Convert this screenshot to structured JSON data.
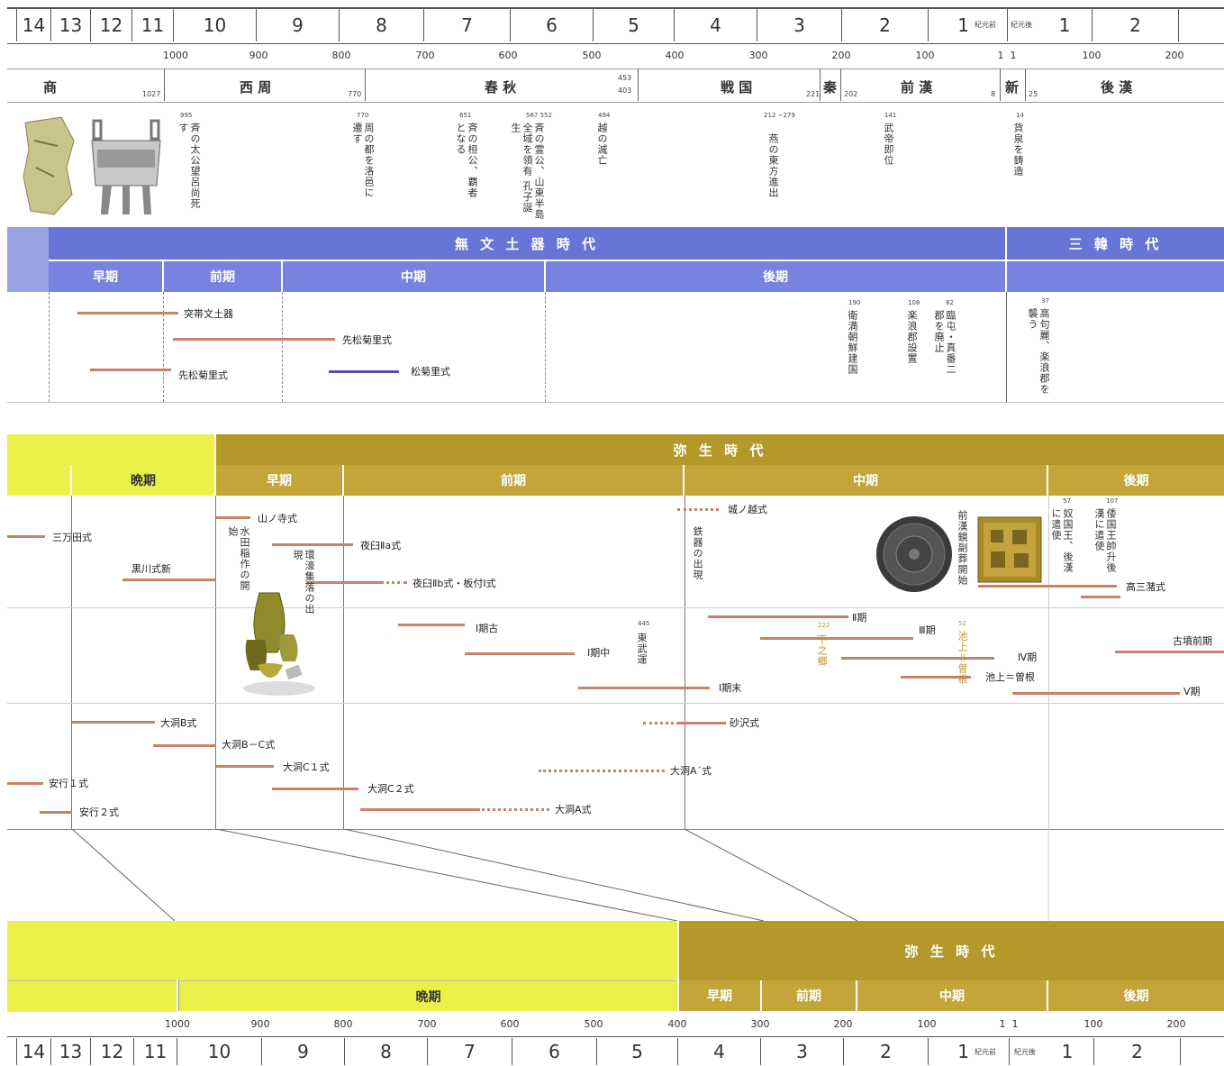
{
  "top_ruler": {
    "cells": [
      "14",
      "13",
      "12",
      "11",
      "10",
      "9",
      "8",
      "7",
      "6",
      "5",
      "4",
      "3",
      "2",
      "1"
    ],
    "bc_label": "紀元前",
    "ad_label": "紀元後",
    "ad_cells": [
      "1",
      "2"
    ]
  },
  "year_ticks": [
    "1000",
    "900",
    "800",
    "700",
    "600",
    "500",
    "400",
    "300",
    "200",
    "100",
    "1",
    "1",
    "100",
    "200"
  ],
  "dynasties": {
    "shang": "商",
    "shang_end": "1027",
    "xizhou": "西 周",
    "xizhou_end": "770",
    "chunqiu": "春 秋",
    "chunqiu_end1": "453",
    "chunqiu_end2": "403",
    "zhanguo": "戦 国",
    "zhanguo_end": "221",
    "qin": "秦",
    "qin_end": "202",
    "qianhan": "前 漢",
    "qianhan_end": "8",
    "xin": "新",
    "xin_end": "25",
    "houhan": "後 漢"
  },
  "china_events": [
    {
      "year": "995",
      "text": "斉の太公望呂尚死す"
    },
    {
      "year": "770",
      "text": "周の都を洛邑に遷す"
    },
    {
      "year": "651",
      "text": "斉の桓公、覇者となる"
    },
    {
      "year": "567 552",
      "text": "斉の霊公、山東半島全域を領有 孔子誕生"
    },
    {
      "year": "494",
      "text": "越の滅亡"
    },
    {
      "year": "212 −279",
      "text": "燕の東方進出"
    },
    {
      "year": "141",
      "text": "武帝即位"
    },
    {
      "year": "14",
      "text": "貨泉を鋳造"
    }
  ],
  "korea": {
    "title": "無 文 土 器 時 代",
    "title2": "三 韓 時 代",
    "phases": [
      "早期",
      "前期",
      "中期",
      "後期"
    ]
  },
  "korea_items": {
    "a": "突帯文土器",
    "b": "先松菊里式",
    "c": "先松菊里式",
    "d": "松菊里式"
  },
  "korea_events": [
    {
      "year": "190",
      "text": "衛満朝鮮建国"
    },
    {
      "year": "108",
      "text": "楽浪郡設置"
    },
    {
      "year": "82",
      "text": "臨屯・真番二郡を廃止"
    },
    {
      "year": "37",
      "text": "高句麗、楽浪郡を襲う"
    }
  ],
  "japan": {
    "title": "弥 生 時 代",
    "phases": [
      "晩期",
      "早期",
      "前期",
      "中期",
      "後期"
    ]
  },
  "japan_items": {
    "sanmanda": "三万田式",
    "kurokawa": "黒川式新",
    "yamanotera": "山ノ寺式",
    "yuusu1": "夜臼Ⅱa式",
    "yuusu2": "夜臼Ⅱb式・板付Ⅰ式",
    "shirono": "城ノ越式",
    "i_ko": "Ⅰ期古",
    "i_naka": "Ⅰ期中",
    "i_matsu": "Ⅰ期末",
    "ii": "Ⅱ期",
    "iii": "Ⅲ期",
    "iv": "Ⅳ期",
    "v": "Ⅴ期",
    "ikegami": "池上＝曽根",
    "takamitsu": "高三潴式",
    "kofun": "古墳前期",
    "obora_b": "大洞B式",
    "obora_bc": "大洞B－C式",
    "obora_c1": "大洞C１式",
    "obora_c2": "大洞C２式",
    "obora_a": "大洞A式",
    "obora_a2": "大洞A´式",
    "sunazawa": "砂沢式",
    "angyo1": "安行１式",
    "angyo2": "安行２式"
  },
  "japan_events": [
    {
      "text": "水田稲作の開始"
    },
    {
      "text": "環濠集落の出現"
    },
    {
      "text": "鉄器の出現"
    },
    {
      "year": "445",
      "text": "東武運"
    },
    {
      "year": "222",
      "text": "下之郷"
    },
    {
      "year": "52",
      "text": "池上＝曽根"
    },
    {
      "text": "前漢鏡副葬開始"
    },
    {
      "year": "57",
      "text": "奴国王、後漢に遣使"
    },
    {
      "year": "107",
      "text": "倭国王帥升後漢に遣使"
    }
  ],
  "bottom_band": {
    "title": "弥 生 時 代",
    "phases": [
      "晩期",
      "早期",
      "前期",
      "中期",
      "後期"
    ]
  },
  "bottom_ticks": [
    "1000",
    "900",
    "800",
    "700",
    "600",
    "500",
    "400",
    "300",
    "200",
    "100",
    "1",
    "1",
    "100",
    "200"
  ],
  "bottom_ruler": {
    "cells": [
      "14",
      "13",
      "12",
      "11",
      "10",
      "9",
      "8",
      "7",
      "6",
      "5",
      "4",
      "3",
      "2",
      "1"
    ],
    "bc_label": "紀元前",
    "ad_label": "紀元後",
    "ad_cells": [
      "1",
      "2"
    ]
  },
  "colors": {
    "blue": "#6874d6",
    "yellow": "#ecf04b",
    "gold": "#b5982a",
    "line": "#c9826a",
    "purple": "#5a4bb8"
  }
}
